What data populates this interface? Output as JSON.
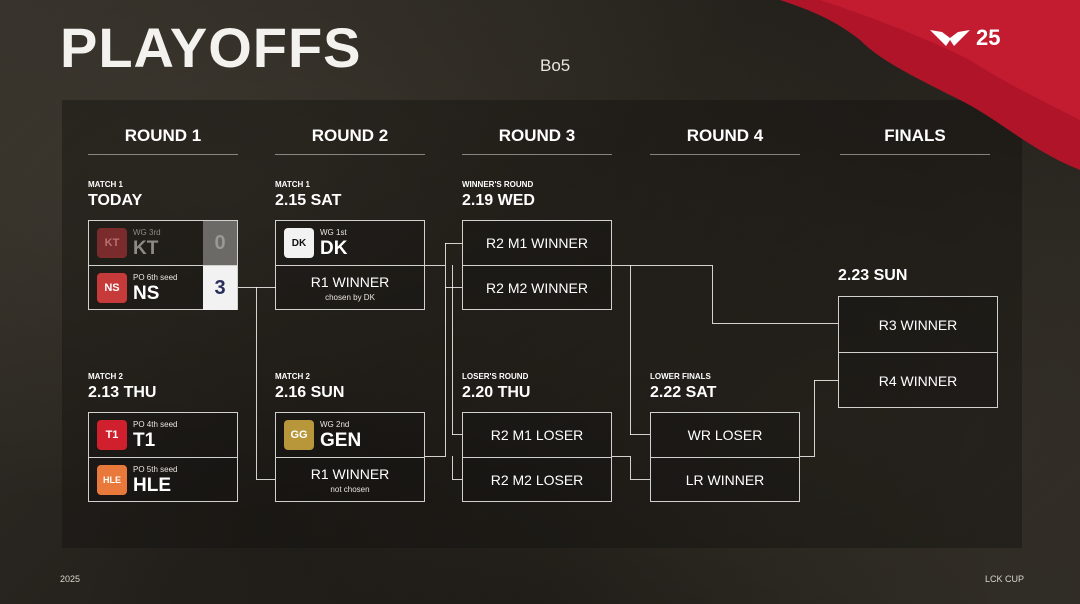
{
  "header": {
    "title": "PLAYOFFS",
    "format": "Bo5",
    "logo_number": "25"
  },
  "rounds": [
    "ROUND 1",
    "ROUND 2",
    "ROUND 3",
    "ROUND 4",
    "FINALS"
  ],
  "round1": {
    "match1": {
      "label": "MATCH 1",
      "date": "TODAY",
      "teams": [
        {
          "seed": "WG 3rd",
          "name": "KT",
          "score": "0",
          "logo": "KT",
          "dimmed": true
        },
        {
          "seed": "PO 6th seed",
          "name": "NS",
          "score": "3",
          "logo": "NS",
          "dimmed": false
        }
      ]
    },
    "match2": {
      "label": "MATCH 2",
      "date": "2.13 THU",
      "teams": [
        {
          "seed": "PO 4th seed",
          "name": "T1",
          "logo": "T1"
        },
        {
          "seed": "PO 5th seed",
          "name": "HLE",
          "logo": "HLE"
        }
      ]
    }
  },
  "round2": {
    "match1": {
      "label": "MATCH 1",
      "date": "2.15 SAT",
      "team_seed": "WG 1st",
      "team_name": "DK",
      "team_logo": "DK",
      "slot_main": "R1 WINNER",
      "slot_sub": "chosen by DK"
    },
    "match2": {
      "label": "MATCH 2",
      "date": "2.16 SUN",
      "team_seed": "WG 2nd",
      "team_name": "GEN",
      "team_logo": "GG",
      "slot_main": "R1 WINNER",
      "slot_sub": "not chosen"
    }
  },
  "round3": {
    "winners": {
      "label": "WINNER'S ROUND",
      "date": "2.19 WED",
      "slot1": "R2 M1 WINNER",
      "slot2": "R2 M2 WINNER"
    },
    "losers": {
      "label": "LOSER'S ROUND",
      "date": "2.20 THU",
      "slot1": "R2 M1 LOSER",
      "slot2": "R2 M2 LOSER"
    }
  },
  "round4": {
    "label": "LOWER FINALS",
    "date": "2.22 SAT",
    "slot1": "WR LOSER",
    "slot2": "LR WINNER"
  },
  "finals": {
    "date": "2.23 SUN",
    "slot1": "R3 WINNER",
    "slot2": "R4 WINNER"
  },
  "footer": {
    "year": "2025",
    "brand": "LCK CUP"
  },
  "colors": {
    "accent_red": "#c0182b",
    "score_active": "#2a2f5a",
    "kt_logo": "#7a2c2c",
    "ns_logo": "#c73a3a",
    "t1_logo": "#d0202e",
    "hle_logo": "#e8793a",
    "gen_logo": "#b8963a"
  }
}
